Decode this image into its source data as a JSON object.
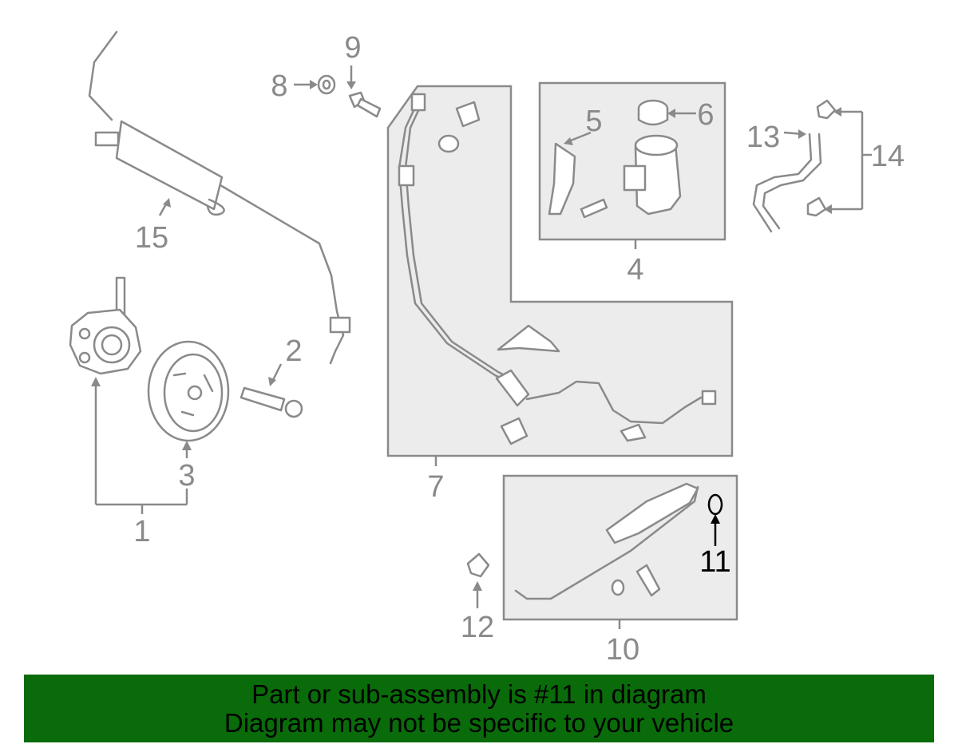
{
  "diagram": {
    "callouts": [
      {
        "id": "1",
        "label": "1"
      },
      {
        "id": "2",
        "label": "2"
      },
      {
        "id": "3",
        "label": "3"
      },
      {
        "id": "4",
        "label": "4"
      },
      {
        "id": "5",
        "label": "5"
      },
      {
        "id": "6",
        "label": "6"
      },
      {
        "id": "7",
        "label": "7"
      },
      {
        "id": "8",
        "label": "8"
      },
      {
        "id": "9",
        "label": "9"
      },
      {
        "id": "10",
        "label": "10"
      },
      {
        "id": "11",
        "label": "11",
        "highlighted": true
      },
      {
        "id": "12",
        "label": "12"
      },
      {
        "id": "13",
        "label": "13"
      },
      {
        "id": "14",
        "label": "14"
      },
      {
        "id": "15",
        "label": "15"
      }
    ],
    "colors": {
      "line": "#8a8a8a",
      "panel": "#ececec",
      "highlight": "#000000",
      "banner": "#0a6b0a"
    }
  },
  "banner": {
    "line1": "Part or sub-assembly is #11 in diagram",
    "line2": "Diagram may not be specific to your vehicle"
  }
}
